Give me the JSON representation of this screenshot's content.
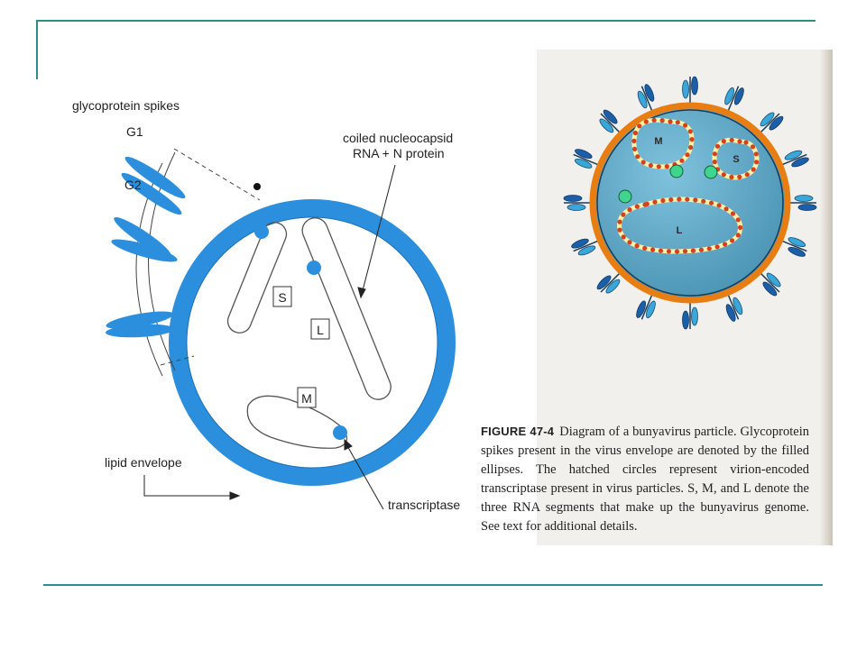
{
  "left_diagram": {
    "labels": {
      "glycoprotein_spikes": "glycoprotein spikes",
      "g1": "G1",
      "g2": "G2",
      "nucleocapsid_line1": "coiled nucleocapsid",
      "nucleocapsid_line2": "RNA + N protein",
      "lipid_envelope": "lipid envelope",
      "transcriptase": "transcriptase",
      "segment_s": "S",
      "segment_l": "L",
      "segment_m": "M"
    }
  },
  "right_diagram": {
    "labels": {
      "segment_m": "M",
      "segment_s": "S",
      "segment_l": "L"
    }
  },
  "caption": {
    "figure_label": "FIGURE 47-4",
    "text": "Diagram of a bunyavirus particle. Glycoprotein spikes present in the virus envelope are denoted by the filled ellipses. The hatched circles represent virion-encoded transcriptase present in virus particles. S, M, and L denote the three RNA segments that make up the bunyavirus genome. See text for additional details."
  },
  "colors": {
    "rule": "#2e8b8b",
    "envelope_blue": "#2b8fde",
    "interior_blue": "#5fa9c6",
    "membrane_orange": "#e87d12",
    "rna_red": "#d6401c",
    "rna_yellow": "#fff1a8",
    "transcriptase_green": "#3dd68c"
  }
}
